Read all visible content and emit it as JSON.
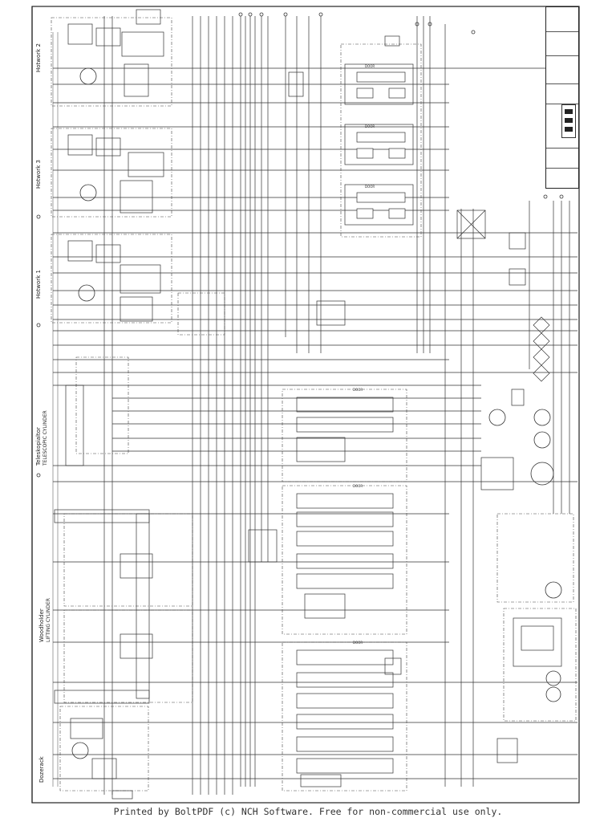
{
  "diagram": {
    "labels": {
      "hotwork_2": "Hotwork 2",
      "hotwork_3": "Hotwork 3",
      "hotwork_1": "Hotwork 1",
      "telescopic_cylinder": "Teleskopialtor",
      "telescopic_cylinder_en": "TELESCOPIC CYLINDER",
      "woodholder": "Woodholder",
      "lifting_cylinder": "LIFTING CYLINDER",
      "dozer": "Dozerack",
      "footer": "Printed by BoltPDF (c) NCH Software. Free for non-commercial use only."
    }
  }
}
